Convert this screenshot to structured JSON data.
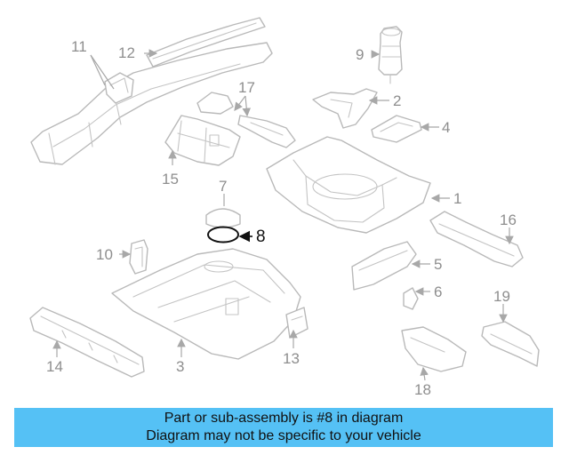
{
  "diagram": {
    "callouts": {
      "c1": "1",
      "c2": "2",
      "c3": "3",
      "c4": "4",
      "c5": "5",
      "c6": "6",
      "c7": "7",
      "c8": "8",
      "c9": "9",
      "c10": "10",
      "c11": "11",
      "c12": "12",
      "c13": "13",
      "c14": "14",
      "c15": "15",
      "c16": "16",
      "c17": "17",
      "c18": "18",
      "c19": "19"
    },
    "highlight_color": "#111111",
    "part_color": "#b9b9b9"
  },
  "banner": {
    "line1": "Part or sub-assembly is #8 in diagram",
    "line2": "Diagram may not be specific to your vehicle",
    "background": "#55c1f5"
  }
}
